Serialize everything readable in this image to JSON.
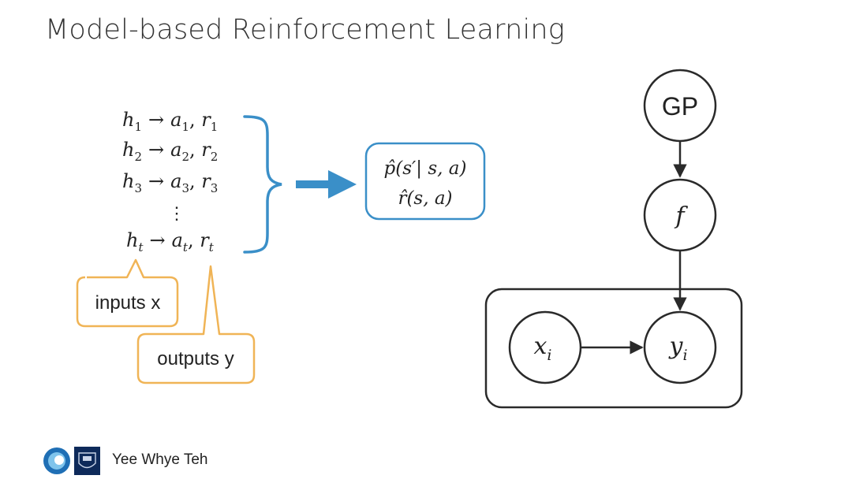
{
  "slide": {
    "title": "Model-based Reinforcement Learning"
  },
  "history": {
    "rows": [
      {
        "h": "h",
        "hs": "1",
        "a": "a",
        "as": "1",
        "r": "r",
        "rs": "1"
      },
      {
        "h": "h",
        "hs": "2",
        "a": "a",
        "as": "2",
        "r": "r",
        "rs": "2"
      },
      {
        "h": "h",
        "hs": "3",
        "a": "a",
        "as": "3",
        "r": "r",
        "rs": "3"
      }
    ],
    "ellipsis": "⋮",
    "last": {
      "h": "h",
      "hs": "t",
      "a": "a",
      "as": "t",
      "r": "r",
      "rs": "t"
    },
    "arrow": "→"
  },
  "model_box": {
    "line1": "p̂(s′| s, a)",
    "line2": "r̂(s, a)"
  },
  "callouts": {
    "inputs": "inputs x",
    "outputs": "outputs y"
  },
  "graphical_model": {
    "gp_label": "GP",
    "f_label": "f",
    "x_label": "x",
    "x_sub": "i",
    "y_label": "y",
    "y_sub": "i"
  },
  "colors": {
    "brace_blue": "#3a8fc8",
    "callout_orange": "#f0b456",
    "node_stroke": "#2a2a2a"
  },
  "footer": {
    "author": "Yee Whye Teh",
    "logos": [
      "deepmind-logo",
      "oxford-crest-logo"
    ]
  }
}
